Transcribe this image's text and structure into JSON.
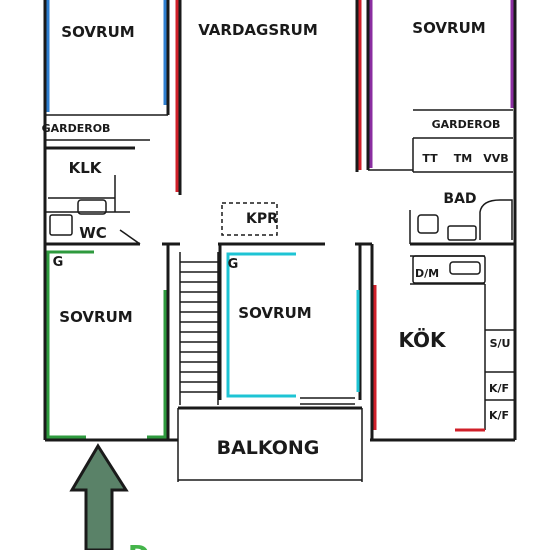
{
  "rooms": {
    "sovrum_top_left": "SOVRUM",
    "vardagsrum": "VARDAGSRUM",
    "sovrum_top_right": "SOVRUM",
    "garderob_left": "GARDEROB",
    "garderob_right": "GARDEROB",
    "klk": "KLK",
    "wc": "WC",
    "tt": "TT",
    "tm": "TM",
    "vvb": "VVB",
    "bad": "BAD",
    "kpr": "KPR",
    "g_left": "G",
    "g_mid": "G",
    "sovrum_bottom_left": "SOVRUM",
    "sovrum_middle": "SOVRUM",
    "kok": "KÖK",
    "dm": "D/M",
    "su": "S/U",
    "kf_1": "K/F",
    "kf_2": "K/F",
    "balkong": "BALKONG",
    "bottom_partial_text": "D"
  },
  "colors": {
    "wall": "#1a1a1a",
    "blue": "#2f7fd0",
    "red": "#d0202a",
    "purple": "#8a2ea0",
    "green": "#2e9a3e",
    "cyan": "#1ec4d4",
    "arrow_fill": "#5a8268",
    "arrow_stroke": "#1a1a1a",
    "bottom_text": "#44b44a"
  }
}
